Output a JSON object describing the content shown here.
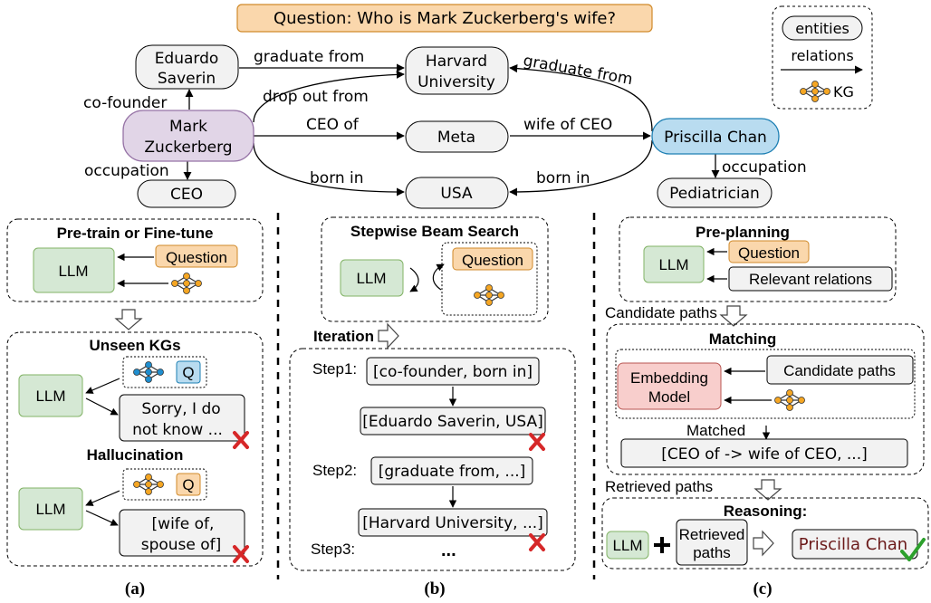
{
  "question_banner": "Question: Who is Mark Zuckerberg's wife?",
  "legend": {
    "entities": "entities",
    "relations": "relations",
    "kg": "KG"
  },
  "kg": {
    "nodes": {
      "eduardo": [
        "Eduardo",
        "Saverin"
      ],
      "harvard": [
        "Harvard",
        "University"
      ],
      "mark": [
        "Mark",
        "Zuckerberg"
      ],
      "meta": "Meta",
      "priscilla": "Priscilla Chan",
      "ceo": "CEO",
      "usa": "USA",
      "pediatrician": "Pediatrician"
    },
    "edges": {
      "graduate_from_left": "graduate from",
      "graduate_from_right": "graduate from",
      "co_founder": "co-founder",
      "drop_out_from": "drop out from",
      "ceo_of": "CEO of",
      "wife_of_ceo": "wife of CEO",
      "occupation_mark": "occupation",
      "occupation_priscilla": "occupation",
      "born_in_left": "born in",
      "born_in_right": "born in"
    }
  },
  "panel_a": {
    "pretrain_title": "Pre-train or Fine-tune",
    "llm": "LLM",
    "question": "Question",
    "unseen_title": "Unseen KGs",
    "q": "Q",
    "sorry": [
      "Sorry, I do",
      "not know ..."
    ],
    "halluc_title": "Hallucination",
    "wife": [
      "[wife of,",
      "spouse of]"
    ],
    "caption": "(a)"
  },
  "panel_b": {
    "title": "Stepwise Beam Search",
    "llm": "LLM",
    "question": "Question",
    "iteration": "Iteration",
    "step1": "Step1:",
    "step2": "Step2:",
    "step3": "Step3:",
    "box1": "[co-founder, born in]",
    "box2": "[Eduardo Saverin, USA]",
    "box3": "[graduate from, ...]",
    "box4": "[Harvard University, ...]",
    "dots": "...",
    "caption": "(b)"
  },
  "panel_c": {
    "preplan_title": "Pre-planning",
    "llm": "LLM",
    "question": "Question",
    "relevant": "Relevant relations",
    "candidate_label": "Candidate paths",
    "matching_title": "Matching",
    "embedding": [
      "Embedding",
      "Model"
    ],
    "candidate_box": "Candidate paths",
    "matched": "Matched",
    "result": "[CEO of -> wife of CEO, ...]",
    "retrieved_label": "Retrieved paths",
    "reasoning_title": "Reasoning:",
    "retrieved_box": [
      "Retrieved",
      "paths"
    ],
    "answer": "Priscilla Chan",
    "caption": "(c)"
  },
  "colors": {
    "question_fill": "#fad7ac",
    "question_stroke": "#d08a2a",
    "llm_fill": "#d5e8d4",
    "llm_stroke": "#82b366",
    "mark_fill": "#e1d5e7",
    "mark_stroke": "#9673a6",
    "priscilla_fill": "#b9dcf0",
    "priscilla_stroke": "#1d7fb3",
    "embedding_fill": "#f8cecc",
    "embedding_stroke": "#b85450",
    "box_fill": "#f2f2f2",
    "kg_icon": "#f5a623",
    "kg_icon_blue": "#1f8ecf",
    "cross": "#d62728",
    "check": "#2ca02c"
  }
}
